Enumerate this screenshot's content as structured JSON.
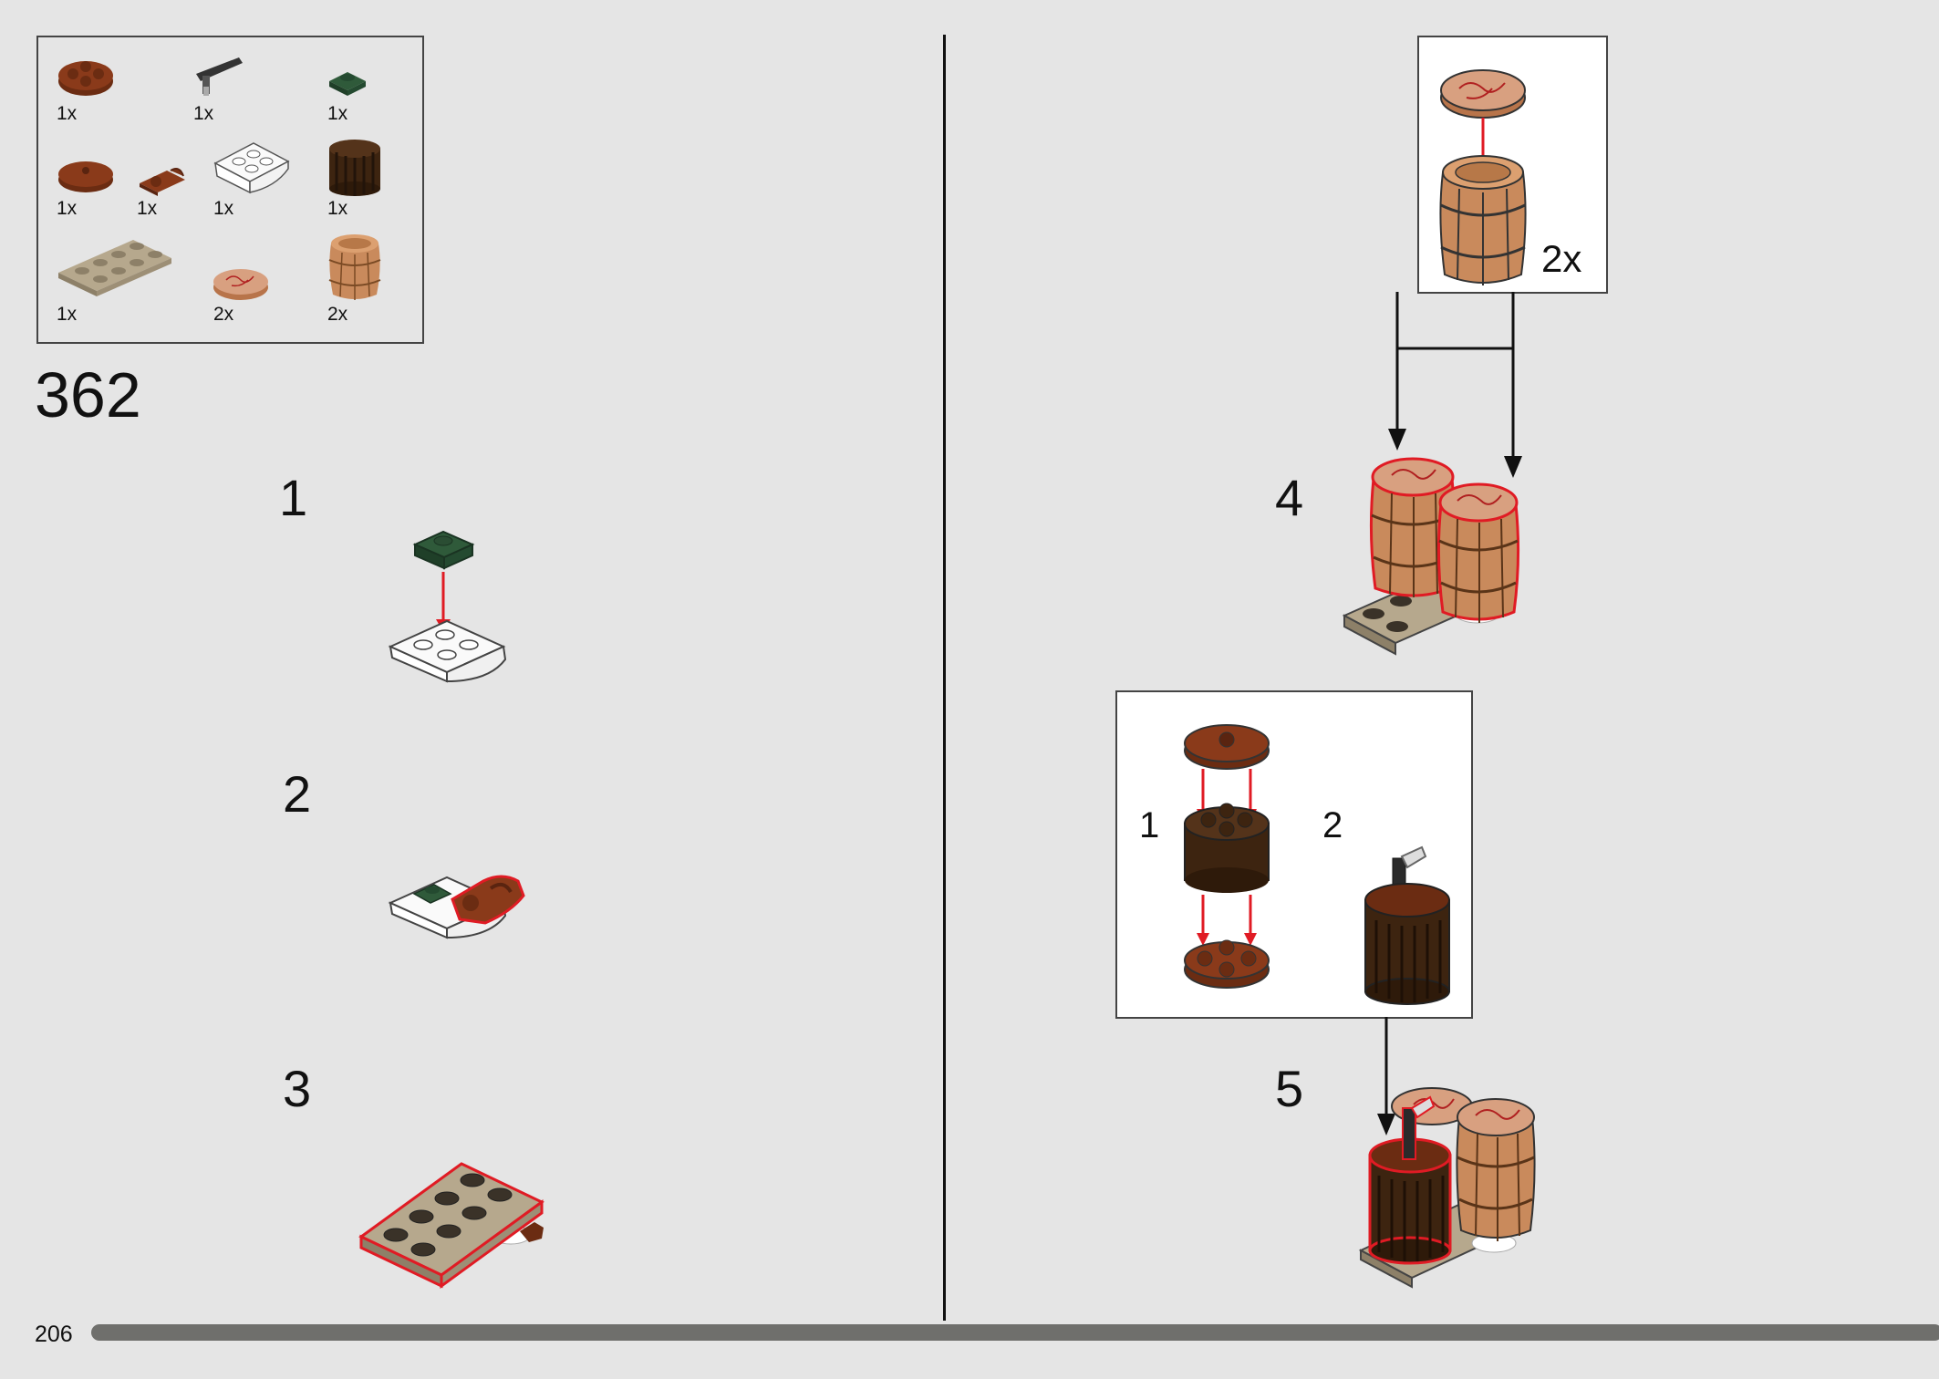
{
  "page_number": "206",
  "step_number": "362",
  "parts_list": [
    {
      "name": "reddish-brown-round-plate-2x2-with-axle",
      "qty": "1x"
    },
    {
      "name": "dark-grey-bar-with-clip",
      "qty": "1x"
    },
    {
      "name": "dark-green-plate-1x1",
      "qty": "1x"
    },
    {
      "name": "reddish-brown-round-tile-2x2",
      "qty": "1x"
    },
    {
      "name": "reddish-brown-plate-with-clip",
      "qty": "1x"
    },
    {
      "name": "white-slope-inverted-2x2",
      "qty": "1x"
    },
    {
      "name": "dark-brown-round-brick-2x2-grille",
      "qty": "1x"
    },
    {
      "name": "dark-tan-plate-2x4",
      "qty": "1x"
    },
    {
      "name": "printed-round-tile-map",
      "qty": "2x"
    },
    {
      "name": "medium-nougat-barrel",
      "qty": "2x"
    }
  ],
  "substeps": [
    {
      "label": "1"
    },
    {
      "label": "2"
    },
    {
      "label": "3"
    },
    {
      "label": "4"
    },
    {
      "label": "5"
    }
  ],
  "callout_barrel": {
    "multiplier": "2x"
  },
  "callout_tower": {
    "step_a": "1",
    "step_b": "2"
  },
  "colors": {
    "background": "#e5e5e5",
    "highlight_red": "#e01b24",
    "reddish_brown": "#7a3418",
    "dark_brown": "#3d2410",
    "nougat": "#c98a5c",
    "dark_tan": "#a89a80",
    "dark_green": "#2f5a3a",
    "progress_bar": "#6f6f6c"
  }
}
